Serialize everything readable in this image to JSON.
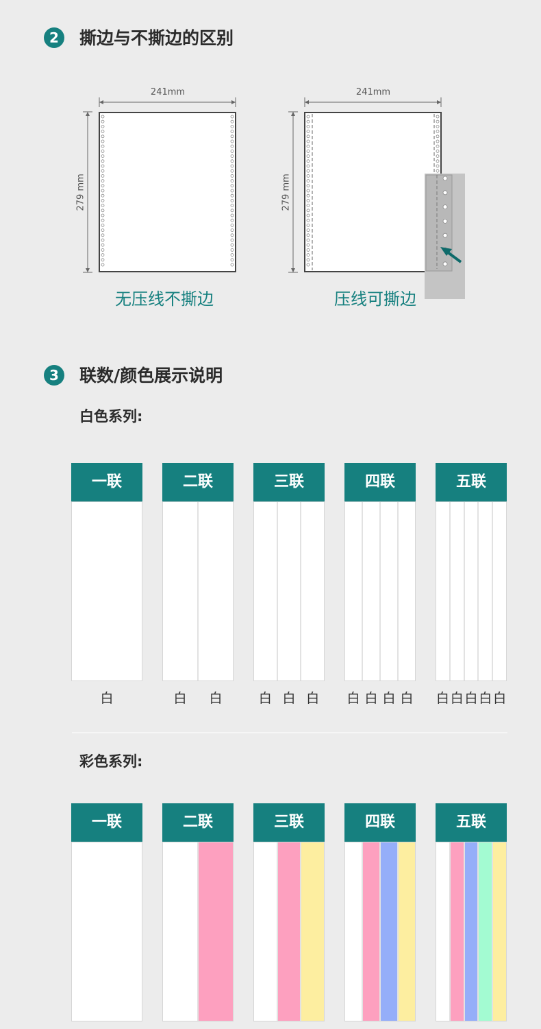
{
  "section2": {
    "number": "2",
    "title": "撕边与不撕边的区别"
  },
  "diagrams": [
    {
      "width_label": "241mm",
      "height_label": "279 mm",
      "caption": "无压线不撕边"
    },
    {
      "width_label": "241mm",
      "height_label": "279 mm",
      "caption": "压线可撕边"
    }
  ],
  "section3": {
    "number": "3",
    "title": "联数/颜色展示说明"
  },
  "white_series": {
    "title": "白色系列:",
    "groups": [
      {
        "label": "一联",
        "sheets": [
          "白"
        ]
      },
      {
        "label": "二联",
        "sheets": [
          "白",
          "白"
        ]
      },
      {
        "label": "三联",
        "sheets": [
          "白",
          "白",
          "白"
        ]
      },
      {
        "label": "四联",
        "sheets": [
          "白",
          "白",
          "白",
          "白"
        ]
      },
      {
        "label": "五联",
        "sheets": [
          "白",
          "白",
          "白",
          "白",
          "白"
        ]
      }
    ]
  },
  "color_series": {
    "title": "彩色系列:",
    "groups": [
      {
        "label": "一联",
        "colors": [
          "#ffffff"
        ]
      },
      {
        "label": "二联",
        "colors": [
          "#ffffff",
          "#fda0bf"
        ]
      },
      {
        "label": "三联",
        "colors": [
          "#ffffff",
          "#fda0bf",
          "#fdeea0"
        ]
      },
      {
        "label": "四联",
        "colors": [
          "#ffffff",
          "#fda0bf",
          "#95aef9",
          "#fdeea0"
        ]
      },
      {
        "label": "五联",
        "colors": [
          "#ffffff",
          "#fda0bf",
          "#95aef9",
          "#a3fbd2",
          "#fdeea0"
        ]
      }
    ]
  },
  "colors": {
    "accent": "#16807f",
    "arrow": "#0e6a6a"
  }
}
